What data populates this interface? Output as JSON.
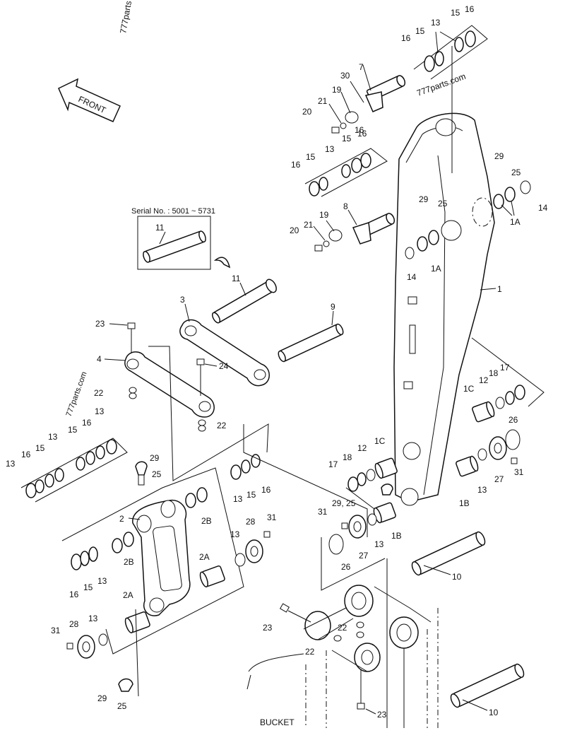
{
  "watermark": "777parts",
  "watermarks": [
    "777parts.com",
    "777parts.com"
  ],
  "front_label": "FRONT",
  "serial_label": "Serial No. : 5001 ~ 5731",
  "bucket_label": "BUCKET",
  "part_numbers": {
    "p1": "1",
    "p2": "2",
    "p3": "3",
    "p4": "4",
    "p7": "7",
    "p8": "8",
    "p9": "9",
    "p10": "10",
    "p11": "11",
    "p12": "12",
    "p13": "13",
    "p14": "14",
    "p15": "15",
    "p16": "16",
    "p17": "17",
    "p18": "18",
    "p19": "19",
    "p20": "20",
    "p21": "21",
    "p22": "22",
    "p23": "23",
    "p24": "24",
    "p25": "25",
    "p26": "26",
    "p27": "27",
    "p28": "28",
    "p29": "29",
    "p30": "30",
    "p31": "31",
    "p1A": "1A",
    "p1B": "1B",
    "p1C": "1C",
    "p2A": "2A",
    "p2B": "2B",
    "p29_25": "29 , 25",
    "p29_25b": "29, 25"
  }
}
